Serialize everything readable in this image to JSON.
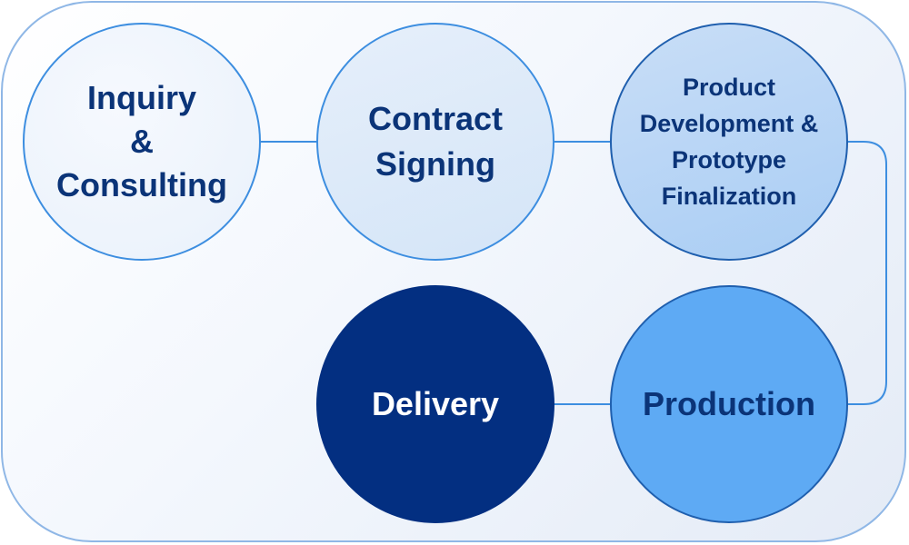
{
  "diagram": {
    "nodes": {
      "inquiry": {
        "label": "Inquiry\n&\nConsulting"
      },
      "contract": {
        "label": "Contract\nSigning"
      },
      "product": {
        "label": "Product\nDevelopment &\nPrototype\nFinalization"
      },
      "production": {
        "label": "Production"
      },
      "delivery": {
        "label": "Delivery"
      }
    },
    "colors": {
      "border": "#3d8ee0",
      "connector": "#3d8ee0",
      "text_dark": "#0b3478",
      "delivery_fill": "#032f81",
      "production_fill": "#5eaaf4"
    }
  }
}
